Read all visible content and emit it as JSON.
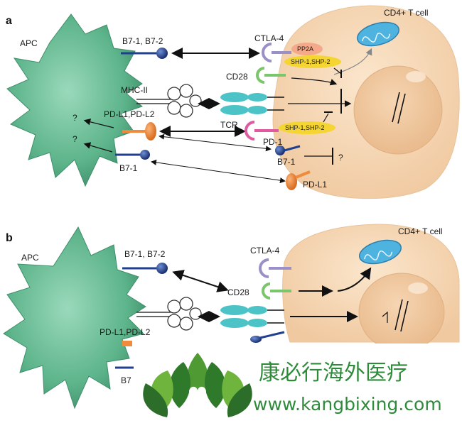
{
  "panel_a": {
    "letter": "a",
    "apc_label": "APC",
    "cell_label": "CD4+ T cell",
    "b7_pair_label": "B7-1, B7-2",
    "ctla4_label": "CTLA-4",
    "pp2a_label": "PP2A",
    "shp_top_label": "SHP-1,SHP-2",
    "cd28_label": "CD28",
    "mhc_label": "MHC-II",
    "tcr_label": "TCR",
    "pdl_pair_label": "PD-L1,PD-L2",
    "shp_bottom_label": "SHP-1,SHP-2",
    "pd1_label": "PD-1",
    "q1": "?",
    "q2": "?",
    "q3": "?",
    "b7_1_apc_label": "B7-1",
    "b7_1_t_label": "B7-1",
    "pdl1_t_label": "PD-L1"
  },
  "panel_b": {
    "letter": "b",
    "apc_label": "APC",
    "cell_label": "CD4+ T cell",
    "b7_pair_label": "B7-1, B7-2",
    "ctla4_label": "CTLA-4",
    "cd28_label": "CD28",
    "pdl_pair_label": "PD-L1,PD-L2",
    "b7_partial_label": "B7"
  },
  "watermark": {
    "brand_cn": "康必行海外医疗",
    "brand_url": "www.kangbixing.com"
  },
  "colors": {
    "apc": "#6bbf9a",
    "tcell": "#f6d9b6",
    "nucleus": "#f0c9a0",
    "ctla4": "#9b8fc8",
    "cd28": "#7bc66b",
    "pd1": "#e05aa0",
    "pdl": "#f08a3c",
    "b7": "#1f3f8f",
    "tcr": "#4cc3c6",
    "shp": "#f5d531",
    "pp2a": "#f3a98a",
    "mito": "#4fb3e0",
    "brand": "#2e8b3a"
  }
}
